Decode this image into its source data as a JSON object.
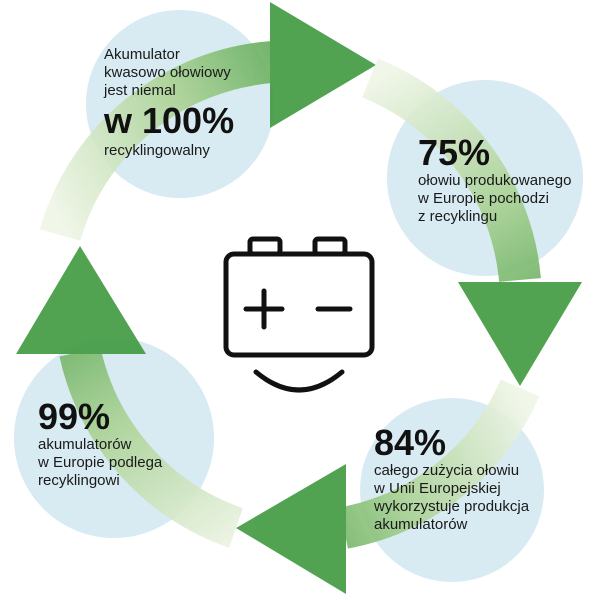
{
  "stats": {
    "top_left": {
      "line1": "Akumulator",
      "line2": "kwasowo ołowiowy",
      "line3": "jest niemal",
      "value": "w 100%",
      "line4": "recyklingowalny"
    },
    "right": {
      "value": "75%",
      "line1": "ołowiu produkowanego",
      "line2": "w Europie pochodzi",
      "line3": "z recyklingu"
    },
    "bottom_right": {
      "value": "84%",
      "line1": "całego zużycia ołowiu",
      "line2": "w Unii Europejskiej",
      "line3": "wykorzystuje produkcja",
      "line4": "akumulatorów"
    },
    "bottom_left": {
      "value": "99%",
      "line1": "akumulatorów",
      "line2": "w Europie podlega",
      "line3": "recyklingowi"
    }
  },
  "colors": {
    "circle": "#d8eaf2",
    "arrow_dark": "#3e9a3e",
    "arrow_light": "#e6f1dc",
    "icon": "#111111"
  },
  "icons": {
    "center": "battery-smile-icon",
    "cycle": "recycling-cycle-arrows"
  }
}
